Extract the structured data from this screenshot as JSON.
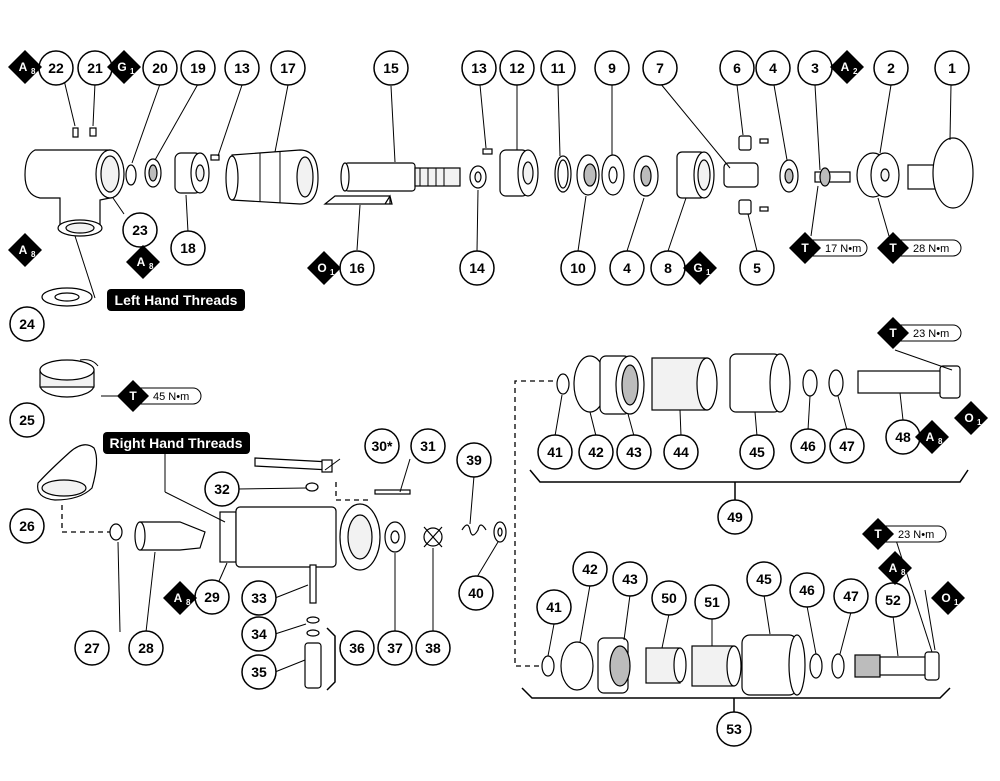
{
  "callouts": [
    {
      "id": "c1",
      "label": "1"
    },
    {
      "id": "c2",
      "label": "2"
    },
    {
      "id": "c3",
      "label": "3"
    },
    {
      "id": "c4a",
      "label": "4"
    },
    {
      "id": "c6",
      "label": "6"
    },
    {
      "id": "c7",
      "label": "7"
    },
    {
      "id": "c9",
      "label": "9"
    },
    {
      "id": "c11",
      "label": "11"
    },
    {
      "id": "c12",
      "label": "12"
    },
    {
      "id": "c13a",
      "label": "13"
    },
    {
      "id": "c15",
      "label": "15"
    },
    {
      "id": "c17",
      "label": "17"
    },
    {
      "id": "c13b",
      "label": "13"
    },
    {
      "id": "c19",
      "label": "19"
    },
    {
      "id": "c20",
      "label": "20"
    },
    {
      "id": "c21",
      "label": "21"
    },
    {
      "id": "c22",
      "label": "22"
    },
    {
      "id": "c23",
      "label": "23"
    },
    {
      "id": "c18",
      "label": "18"
    },
    {
      "id": "c16",
      "label": "16"
    },
    {
      "id": "c14",
      "label": "14"
    },
    {
      "id": "c10",
      "label": "10"
    },
    {
      "id": "c4b",
      "label": "4"
    },
    {
      "id": "c8",
      "label": "8"
    },
    {
      "id": "c5",
      "label": "5"
    },
    {
      "id": "c24",
      "label": "24"
    },
    {
      "id": "c25",
      "label": "25"
    },
    {
      "id": "c26",
      "label": "26"
    },
    {
      "id": "c27",
      "label": "27"
    },
    {
      "id": "c28",
      "label": "28"
    },
    {
      "id": "c29",
      "label": "29"
    },
    {
      "id": "c30",
      "label": "30*"
    },
    {
      "id": "c31",
      "label": "31"
    },
    {
      "id": "c32",
      "label": "32"
    },
    {
      "id": "c33",
      "label": "33"
    },
    {
      "id": "c34",
      "label": "34"
    },
    {
      "id": "c35",
      "label": "35"
    },
    {
      "id": "c36",
      "label": "36"
    },
    {
      "id": "c37",
      "label": "37"
    },
    {
      "id": "c38",
      "label": "38"
    },
    {
      "id": "c39",
      "label": "39"
    },
    {
      "id": "c40",
      "label": "40"
    },
    {
      "id": "c41a",
      "label": "41"
    },
    {
      "id": "c42a",
      "label": "42"
    },
    {
      "id": "c43a",
      "label": "43"
    },
    {
      "id": "c44",
      "label": "44"
    },
    {
      "id": "c45a",
      "label": "45"
    },
    {
      "id": "c46a",
      "label": "46"
    },
    {
      "id": "c47a",
      "label": "47"
    },
    {
      "id": "c48",
      "label": "48"
    },
    {
      "id": "c49",
      "label": "49"
    },
    {
      "id": "c41b",
      "label": "41"
    },
    {
      "id": "c42b",
      "label": "42"
    },
    {
      "id": "c43b",
      "label": "43"
    },
    {
      "id": "c50",
      "label": "50"
    },
    {
      "id": "c51",
      "label": "51"
    },
    {
      "id": "c45b",
      "label": "45"
    },
    {
      "id": "c46b",
      "label": "46"
    },
    {
      "id": "c47b",
      "label": "47"
    },
    {
      "id": "c52",
      "label": "52"
    },
    {
      "id": "c53",
      "label": "53"
    }
  ],
  "symbols": [
    {
      "id": "s1",
      "letter": "A",
      "sub": "8"
    },
    {
      "id": "s2",
      "letter": "G",
      "sub": "1"
    },
    {
      "id": "s3",
      "letter": "A",
      "sub": "8"
    },
    {
      "id": "s4",
      "letter": "A",
      "sub": "8"
    },
    {
      "id": "s5",
      "letter": "O",
      "sub": "1"
    },
    {
      "id": "s6",
      "letter": "G",
      "sub": "1"
    },
    {
      "id": "s7",
      "letter": "A",
      "sub": "2"
    },
    {
      "id": "s8",
      "letter": "A",
      "sub": "8"
    },
    {
      "id": "s9",
      "letter": "A",
      "sub": "8"
    },
    {
      "id": "s10",
      "letter": "O",
      "sub": "1"
    },
    {
      "id": "s11",
      "letter": "A",
      "sub": "8"
    },
    {
      "id": "s12",
      "letter": "O",
      "sub": "1"
    }
  ],
  "torques": [
    {
      "id": "t1",
      "symbol": "T",
      "value": "17 N•m"
    },
    {
      "id": "t2",
      "symbol": "T",
      "value": "28 N•m"
    },
    {
      "id": "t3",
      "symbol": "T",
      "value": "45 N•m"
    },
    {
      "id": "t4",
      "symbol": "T",
      "value": "23 N•m"
    },
    {
      "id": "t5",
      "symbol": "T",
      "value": "23 N•m"
    }
  ],
  "banners": {
    "left_hand": "Left Hand Threads",
    "right_hand": "Right Hand Threads"
  }
}
